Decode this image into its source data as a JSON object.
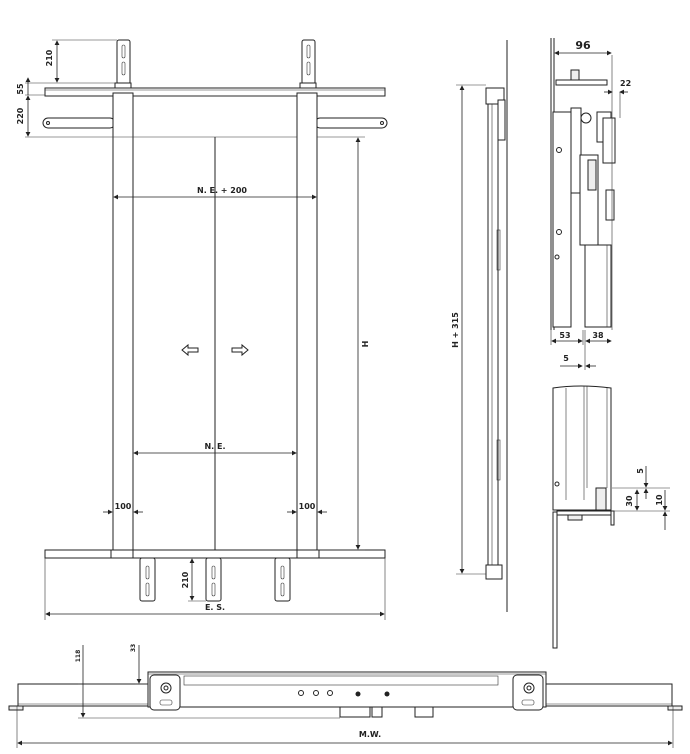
{
  "front_view": {
    "dim_top_bracket": "210",
    "dim_header": "55",
    "dim_beam": "220",
    "dim_ne_plus": "N. E. + 200",
    "dim_height": "H",
    "dim_ne": "N. E.",
    "dim_post_left": "100",
    "dim_post_right": "100",
    "dim_bottom_bracket": "210",
    "dim_es": "E. S.",
    "arrow_left_icon": "open-left-arrow",
    "arrow_right_icon": "open-right-arrow"
  },
  "side_view": {
    "dim_height_total": "H + 315"
  },
  "section_top": {
    "dim_width": "96",
    "dim_offset": "22",
    "dim_left": "53",
    "dim_right": "38",
    "dim_gap": "5"
  },
  "section_bottom": {
    "dim_a": "5",
    "dim_b": "10",
    "dim_c": "30"
  },
  "plan_view": {
    "dim_depth": "118",
    "dim_top": "33",
    "dim_mw": "M.W."
  }
}
